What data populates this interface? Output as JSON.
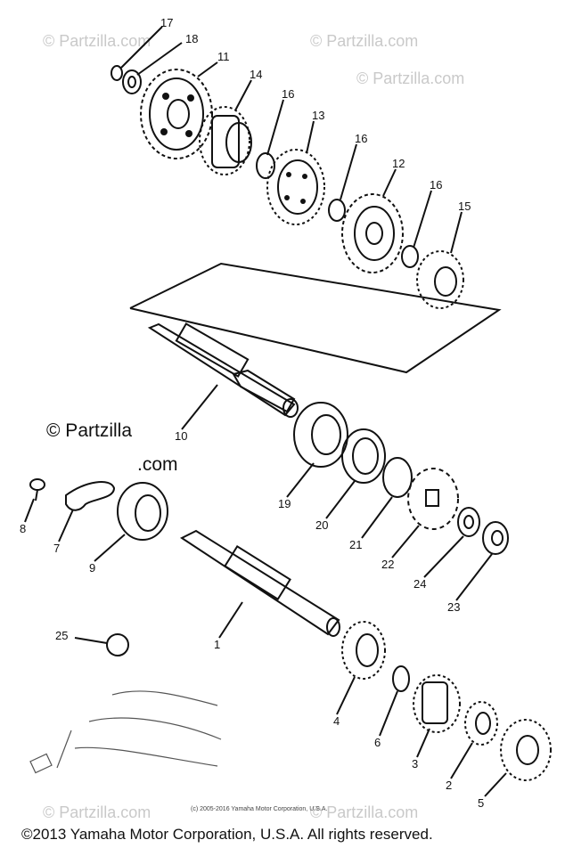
{
  "watermarks": {
    "corner": "© Partzilla.com",
    "main_line1": "© Partzilla",
    "main_line2": ".com"
  },
  "copyright": {
    "small": "(c) 2005-2016 Yamaha Motor Corporation, U.S.A.",
    "main": "©2013 Yamaha Motor Corporation, U.S.A. All rights reserved."
  },
  "callouts": [
    "17",
    "18",
    "11",
    "14",
    "16",
    "13",
    "16",
    "12",
    "16",
    "15",
    "10",
    "19",
    "20",
    "21",
    "22",
    "24",
    "23",
    "8",
    "7",
    "9",
    "1",
    "25",
    "4",
    "6",
    "3",
    "2",
    "5"
  ],
  "colors": {
    "ink": "#111111",
    "watermark": "#c9c9c9",
    "background": "#ffffff"
  }
}
